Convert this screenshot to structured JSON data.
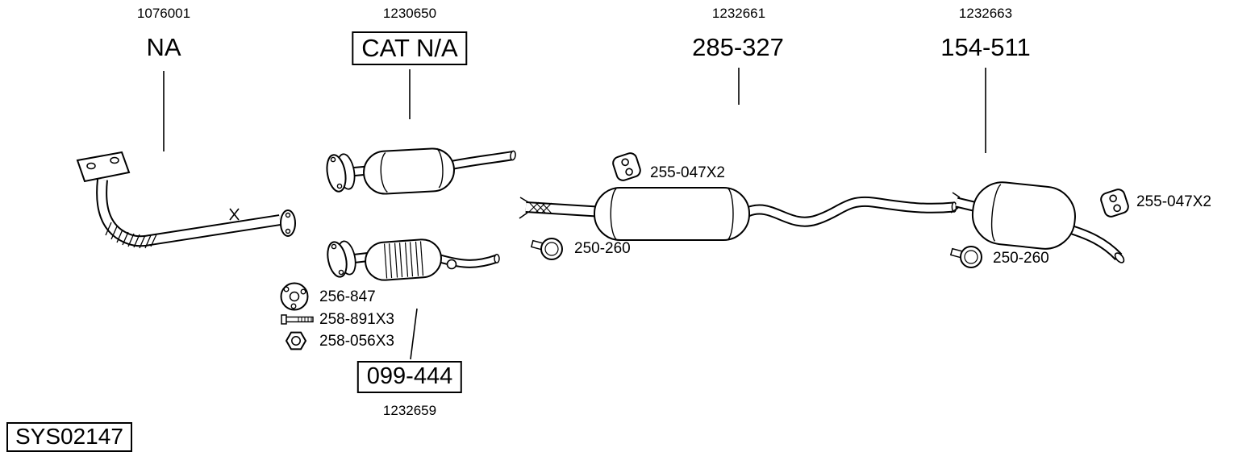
{
  "diagram": {
    "system_code": "SYS02147",
    "groups": [
      {
        "ref": "1076001",
        "label": "NA"
      },
      {
        "ref": "1230650",
        "label": "CAT N/A"
      },
      {
        "ref": "1232661",
        "label": "285-327"
      },
      {
        "ref": "1232663",
        "label": "154-511"
      }
    ],
    "sub_assembly": {
      "label": "099-444",
      "ref": "1232659"
    },
    "annotations": {
      "hanger_left": "255-047X2",
      "clamp_left": "250-260",
      "hanger_right": "255-047X2",
      "clamp_right": "250-260",
      "gasket": "256-847",
      "bolt": "258-891X3",
      "nut": "258-056X3"
    },
    "colors": {
      "line": "#000000",
      "background": "#ffffff"
    }
  }
}
